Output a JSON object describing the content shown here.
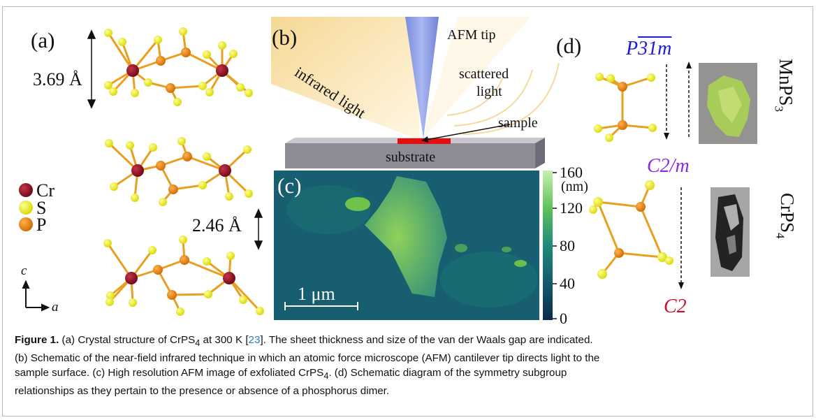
{
  "panel_a": {
    "label": "(a)",
    "thickness": "3.69 Å",
    "gap": "2.46 Å",
    "legend": [
      {
        "symbol": "Cr",
        "color": "#8b0f1f"
      },
      {
        "symbol": "S",
        "color": "#f0f000"
      },
      {
        "symbol": "P",
        "color": "#e8820c"
      }
    ],
    "axes": {
      "vertical": "c",
      "horizontal": "a"
    }
  },
  "panel_b": {
    "label": "(b)",
    "tip": "AFM tip",
    "light": "infrared light",
    "scattered_1": "scattered",
    "scattered_2": "light",
    "sample": "sample",
    "substrate": "substrate"
  },
  "panel_c": {
    "label": "(c)",
    "scalebar": "1 μm",
    "colorbar_ticks": [
      "160",
      "120",
      "80",
      "40",
      "0"
    ],
    "colorbar_unit": "(nm)",
    "colorbar_range": [
      0,
      160
    ]
  },
  "panel_d": {
    "label": "(d)",
    "group_top_main": "P",
    "group_top_rest": "31m",
    "group_mid": "C2/m",
    "group_bottom": "C2",
    "colors": {
      "top": "#1a1ae0",
      "mid": "#8a2be2",
      "bottom": "#c8102e"
    },
    "compound_top_main": "MnPS",
    "compound_top_sub": "3",
    "compound_bottom_main": "CrPS",
    "compound_bottom_sub": "4"
  },
  "caption": {
    "label": "Figure 1.",
    "line1_pre": "(a) Crystal structure of CrPS",
    "line1_sub": "4",
    "line1_mid": " at 300 K [",
    "line1_ref": "23",
    "line1_post": "]. The sheet thickness and size of the van der Waals gap are indicated.",
    "line2": "(b) Schematic of the near-field infrared technique in which an atomic force microscope (AFM) cantilever tip directs light to the",
    "line3_pre": "sample surface. (c) High resolution AFM image of exfoliated CrPS",
    "line3_sub": "4",
    "line3_post": ". (d) Schematic diagram of the symmetry subgroup",
    "line4": "relationships as they pertain to the presence or absence of a phosphorus dimer."
  }
}
